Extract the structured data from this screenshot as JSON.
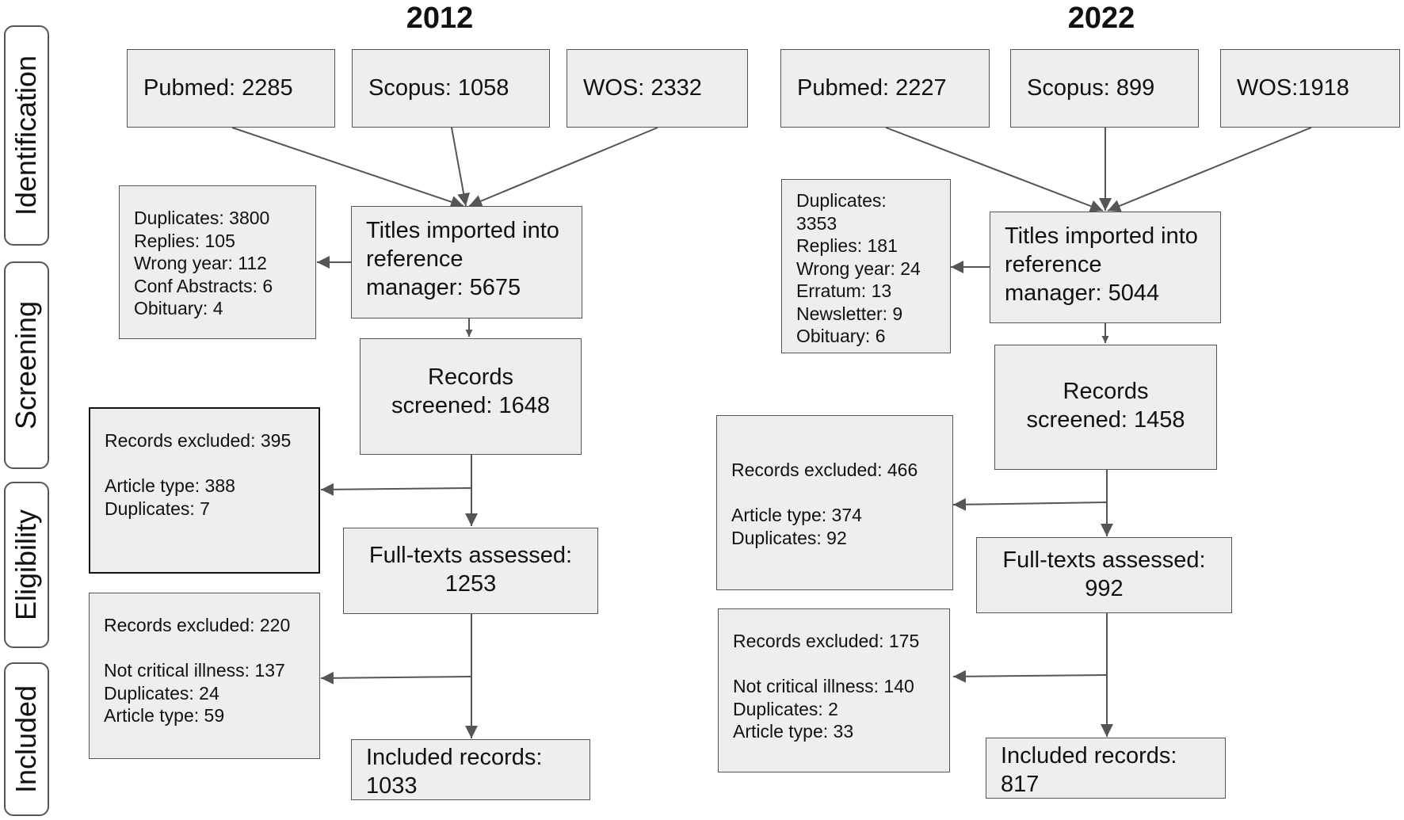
{
  "stages": [
    "Identification",
    "Screening",
    "Eligibility",
    "Included"
  ],
  "left": {
    "year": "2012",
    "sources": [
      "Pubmed: 2285",
      "Scopus: 1058",
      "WOS: 2332"
    ],
    "imported": [
      "Titles imported into",
      "reference",
      "manager: 5675"
    ],
    "removed": [
      "Duplicates: 3800",
      "Replies: 105",
      "Wrong year: 112",
      "Conf Abstracts: 6",
      "Obituary: 4"
    ],
    "screened": [
      "Records",
      "screened: 1648"
    ],
    "excluded1": [
      "Records excluded: 395",
      "",
      "Article type: 388",
      "Duplicates: 7"
    ],
    "fulltext": [
      "Full-texts assessed:",
      "1253"
    ],
    "excluded2": [
      "Records excluded: 220",
      "",
      "Not critical illness: 137",
      "Duplicates: 24",
      "Article type: 59"
    ],
    "included": [
      "Included records:",
      "1033"
    ]
  },
  "right": {
    "year": "2022",
    "sources": [
      "Pubmed: 2227",
      "Scopus: 899",
      "WOS:1918"
    ],
    "imported": [
      "Titles imported into",
      "reference",
      "manager: 5044"
    ],
    "removed": [
      "Duplicates:",
      "3353",
      "Replies: 181",
      "Wrong year: 24",
      "Erratum: 13",
      "Newsletter: 9",
      "Obituary: 6"
    ],
    "screened": [
      "Records",
      "screened: 1458"
    ],
    "excluded1": [
      "Records excluded: 466",
      "",
      "Article type: 374",
      "Duplicates: 92"
    ],
    "fulltext": [
      "Full-texts assessed:",
      "992"
    ],
    "excluded2": [
      "Records excluded: 175",
      "",
      "Not critical illness: 140",
      "Duplicates: 2",
      "Article type: 33"
    ],
    "included": [
      "Included records:",
      "817"
    ]
  }
}
